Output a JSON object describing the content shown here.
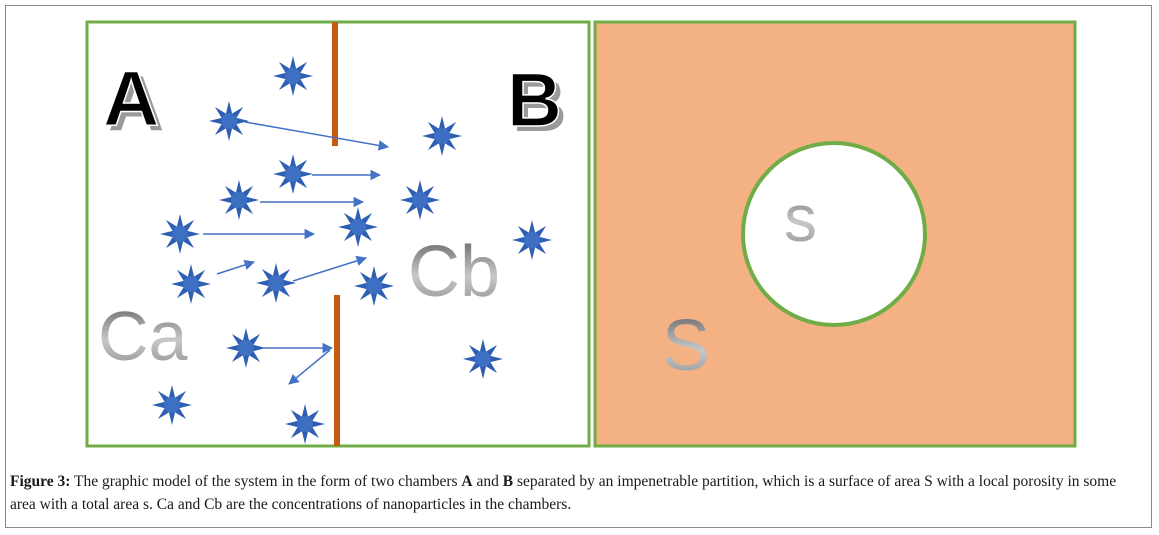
{
  "panel_left": {
    "label_a": "A",
    "label_b": "B",
    "label_ca": "Ca",
    "label_cb": "Cb"
  },
  "panel_right": {
    "label_big_s": "S",
    "label_small_s": "s"
  },
  "caption": {
    "figure_label": "Figure 3:",
    "text_1": " The graphic model of the system in the form of two chambers ",
    "bold_a": "A",
    "text_2": " and ",
    "bold_b": "B",
    "text_3": " separated by an impenetrable partition, which is a surface of area S with a local porosity in some area with a total area s. Ca and Cb are the concentrations of nanoparticles in the chambers."
  },
  "colors": {
    "border_green": "#70ad47",
    "partition": "#c55a11",
    "particle": "#2e5fb3",
    "arrow": "#4472c4",
    "surface_fill": "#f4b183"
  }
}
